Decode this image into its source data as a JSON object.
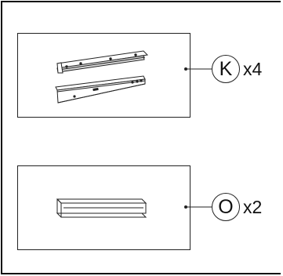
{
  "parts": [
    {
      "id": "part-k",
      "letter": "K",
      "quantity": "x4",
      "icon": "rail-pair-icon"
    },
    {
      "id": "part-o",
      "letter": "O",
      "quantity": "x2",
      "icon": "channel-beam-icon"
    }
  ],
  "colors": {
    "line": "#222222",
    "background": "#ffffff"
  }
}
